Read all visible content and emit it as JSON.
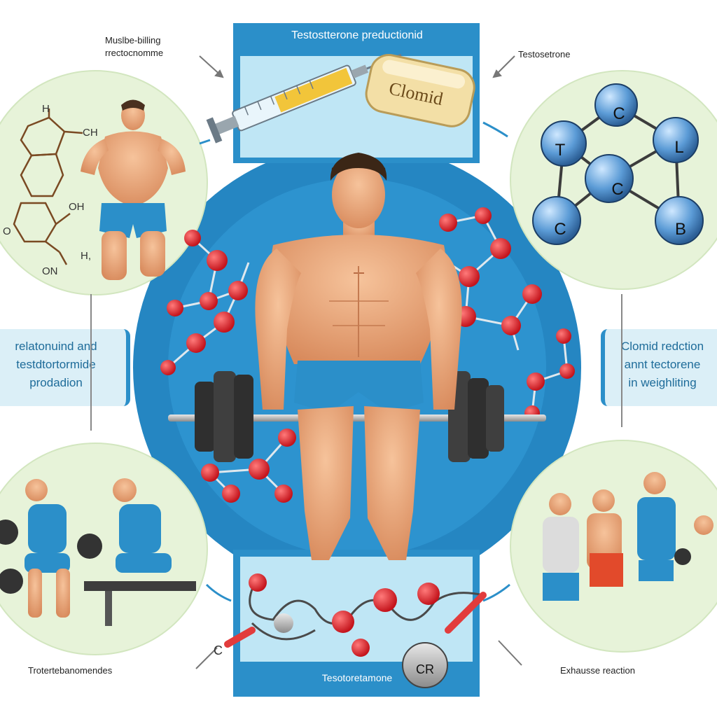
{
  "top_panel": {
    "title": "Testostterone preductionid",
    "vial_label": "Clomid"
  },
  "top_left_label": {
    "line1": "Muslbe-billing",
    "line2": "rrectocnomme"
  },
  "top_right_label": "Testosetrone",
  "left_bubble": {
    "chem_h": "H",
    "chem_ch": "CH",
    "chem_oh": "OH",
    "chem_o": "O",
    "chem_h2": "H,",
    "chem_on": "ON"
  },
  "left_callout": {
    "line1": "relatonuind and",
    "line2": "testdtortormide",
    "line3": "prodadion"
  },
  "right_callout": {
    "line1": "Clomid redction",
    "line2": "annt tectorene",
    "line3": "in weighliting"
  },
  "molecule_atoms": [
    "C",
    "T",
    "L",
    "C",
    "C",
    "B"
  ],
  "bottom_panel": {
    "title": "Tesotoretamone",
    "weight_label": "CR",
    "c_label": "C"
  },
  "bottom_left_label": "Trotertebanomendes",
  "bottom_right_label": "Exhausse reaction",
  "colors": {
    "blue": "#2b8fc9",
    "light_blue": "#bfe6f5",
    "atom_red": "#d9232d",
    "bubble_green": "#e7f3d9"
  }
}
